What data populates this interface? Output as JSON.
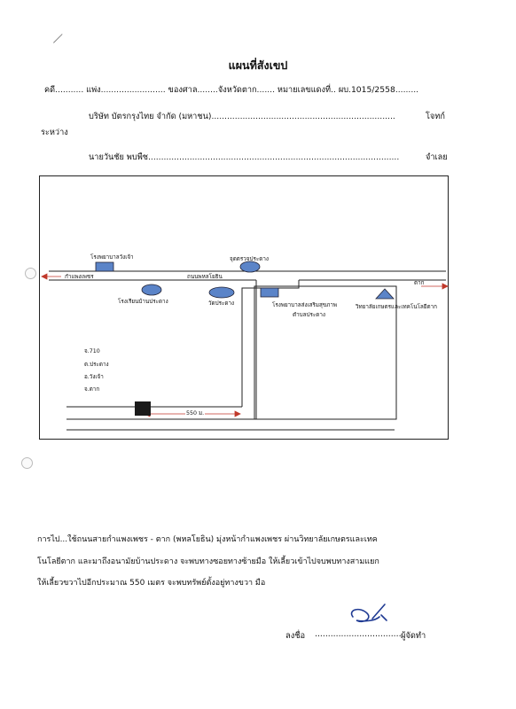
{
  "document": {
    "title": "แผนที่สังเขป",
    "header": {
      "case_line": "คดี........... แพ่ง......................... ของศาล........จังหวัดตาก....... หมายเลขแดงที่.. ผบ.1015/2558.........",
      "plaintiff_line": "บริษัท  บัตรกรุงไทย จำกัด (มหาชน).......................................................................",
      "plaintiff_role": "โจทก์",
      "between": "ระหว่าง",
      "defendant_line": "นายวันชัย  พบพืช.................................................................................................",
      "defendant_role": "จำเลย"
    },
    "map": {
      "labels": {
        "hospital_wangchao": "โรงพยาบาลวังเจ้า",
        "checkpoint": "จุดตรวจประดาง",
        "to_kamphaeng": "กำแพงเพชร",
        "road_name": "ถนนพหลโยธิน",
        "to_tak": "ตาก",
        "school": "โรงเรียนบ้านประดาง",
        "temple": "วัดประดาง",
        "health_hospital": "โรงพยาบาลส่งเสริมสุขภาพ",
        "health_hospital_2": "ตำบลประดาง",
        "college": "วิทยาลัยเกษตรและเทคโนโลยีตาก",
        "distance": "550 ม."
      },
      "address": [
        "จ.710",
        "ต.ประดาง",
        "อ.วังเจ้า",
        "จ.ตาก"
      ],
      "colors": {
        "marker": "#5b84c8",
        "property": "#1a1a1a",
        "arrow": "#c0392b"
      }
    },
    "directions": [
      "การไป...ใช้ถนนสายกำแพงเพชร - ตาก (พหลโยธิน) มุ่งหน้ากำแพงเพชร ผ่านวิทยาลัยเกษตรและเทค",
      "โนโลยีตาก และมาถึงอนามัยบ้านประดาง จะพบทางซอยทางซ้ายมือ ให้เลี้ยวเข้าไปจบพบทางสามแยก",
      "ให้เลี้ยวขวาไปอีกประมาณ 550 เมตร จะพบทรัพย์ตั้งอยู่ทางขวา มือ"
    ],
    "signature": {
      "label": "ลงชื่อ",
      "line": ".................................",
      "role": "ผู้จัดทำ"
    }
  }
}
